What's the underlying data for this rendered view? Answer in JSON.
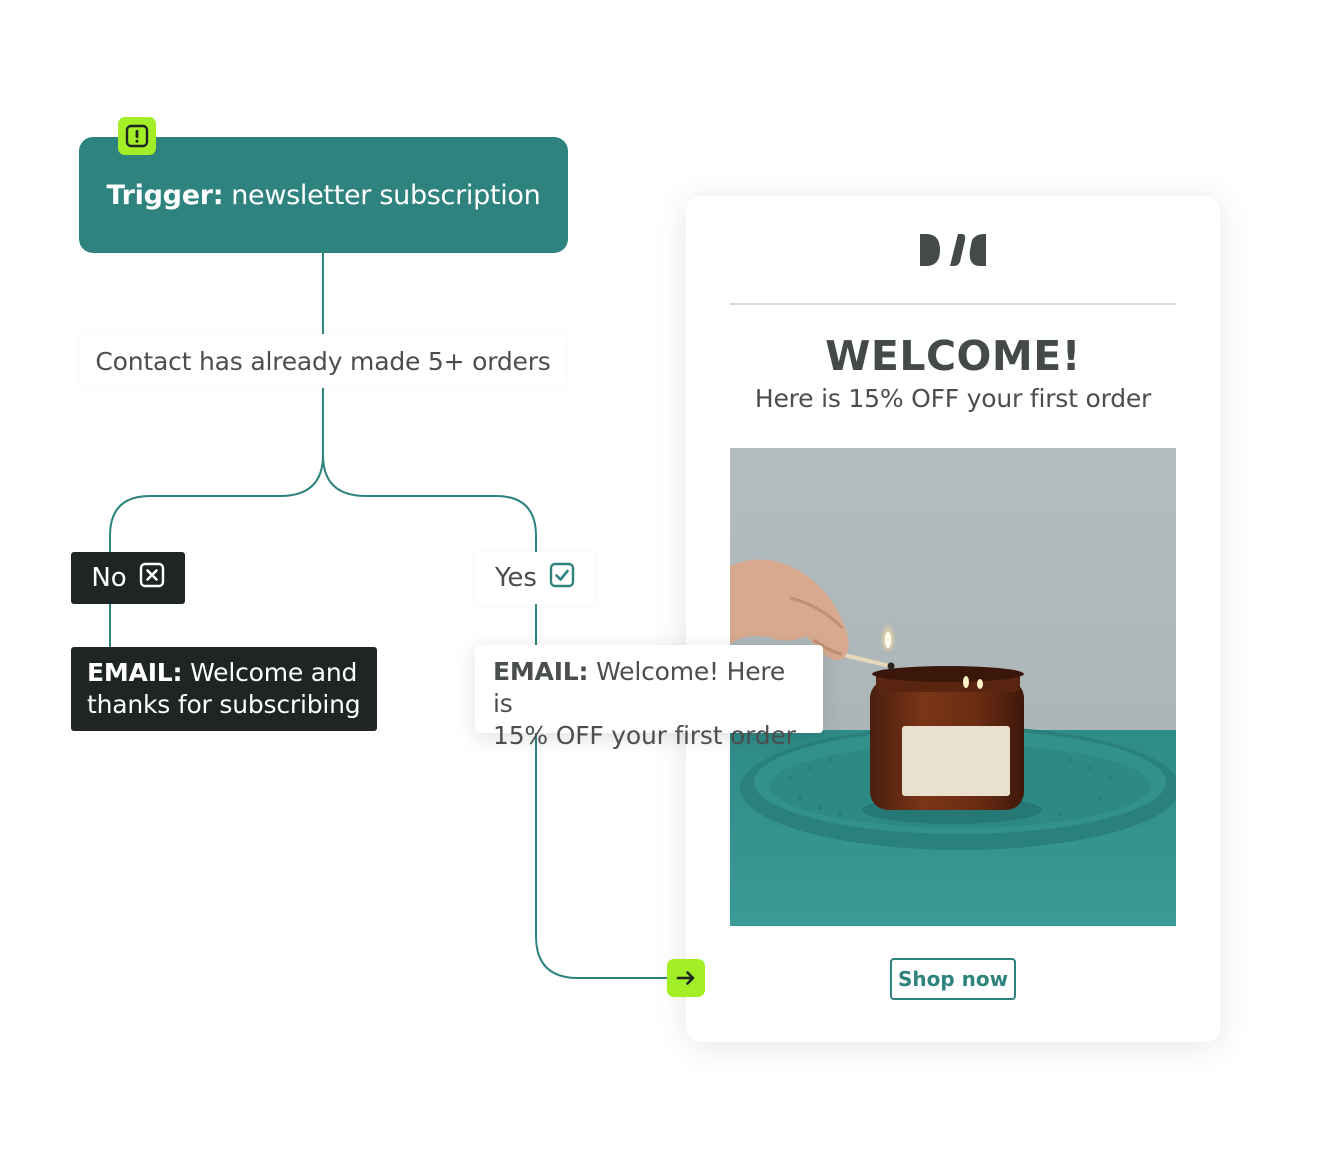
{
  "trigger": {
    "label": "Trigger:",
    "value": "newsletter subscription",
    "badge_icon": "exclamation-icon"
  },
  "condition": {
    "text": "Contact has already made 5+ orders"
  },
  "branches": {
    "no": {
      "label": "No",
      "icon": "x-box-icon"
    },
    "yes": {
      "label": "Yes",
      "icon": "check-box-icon"
    }
  },
  "emails": {
    "no_branch": {
      "prefix": "EMAIL:",
      "line1": "Welcome and",
      "line2": "thanks for subscribing"
    },
    "yes_branch": {
      "prefix": "EMAIL:",
      "line1": "Welcome! Here is",
      "line2": "15% OFF your first order"
    }
  },
  "connector": {
    "arrow_icon": "arrow-right-icon"
  },
  "preview": {
    "logo_icon": "brand-logo-icon",
    "headline": "WELCOME!",
    "subline": "Here is 15% OFF your first order",
    "image_description_icon": "candle-photo",
    "cta": "Shop now"
  },
  "colors": {
    "teal": "#2e837e",
    "lime": "#a3ef27",
    "dark": "#1f2523",
    "text": "#4a4f4d"
  }
}
